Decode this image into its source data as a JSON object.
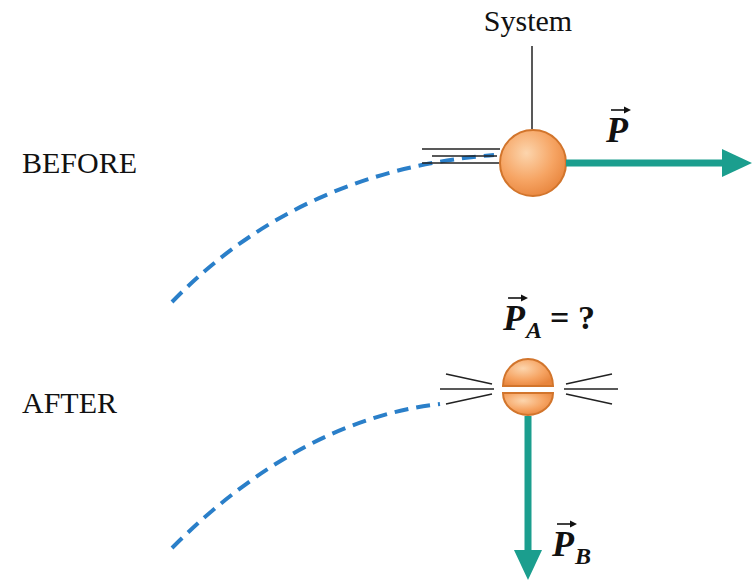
{
  "diagram": {
    "labels": [
      "System",
      "BEFORE",
      "AFTER",
      "P",
      "P",
      "A",
      "= ?",
      "P",
      "B"
    ]
  }
}
